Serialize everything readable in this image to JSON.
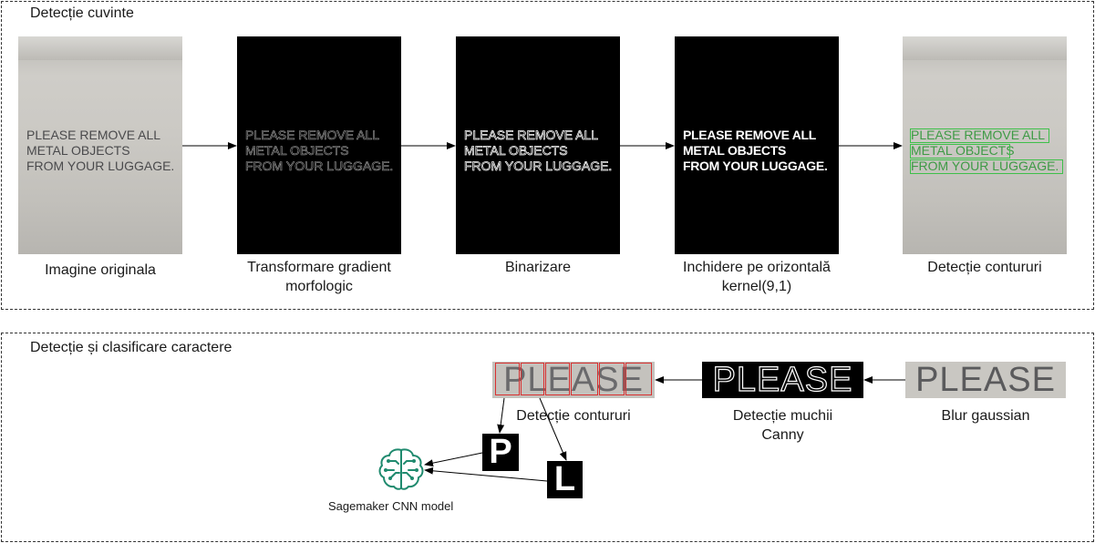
{
  "top_section": {
    "title": "Detecție cuvinte",
    "image_text_lines": [
      "PLEASE REMOVE ALL",
      "METAL OBJECTS",
      "FROM YOUR LUGGAGE."
    ],
    "steps": [
      {
        "caption_1": "Imagine originala",
        "caption_2": ""
      },
      {
        "caption_1": "Transformare gradient",
        "caption_2": "morfologic"
      },
      {
        "caption_1": "Binarizare",
        "caption_2": ""
      },
      {
        "caption_1": "Inchidere pe orizontală",
        "caption_2": "kernel(9,1)"
      },
      {
        "caption_1": "Detecție contururi",
        "caption_2": ""
      }
    ]
  },
  "bottom_section": {
    "title": "Detecție și clasificare caractere",
    "word": "PLEASE",
    "steps": [
      {
        "caption_1": "Blur gaussian",
        "caption_2": ""
      },
      {
        "caption_1": "Detecție muchii",
        "caption_2": "Canny"
      },
      {
        "caption_1": "Detecție contururi",
        "caption_2": ""
      }
    ],
    "characters": [
      "P",
      "L"
    ],
    "model_caption": "Sagemaker CNN model",
    "model_icon": "brain-circuit-icon"
  },
  "colors": {
    "border": "#333333",
    "contour_green": "#3ec04a",
    "contour_red": "#d93030",
    "model_icon": "#1f8a6e"
  }
}
